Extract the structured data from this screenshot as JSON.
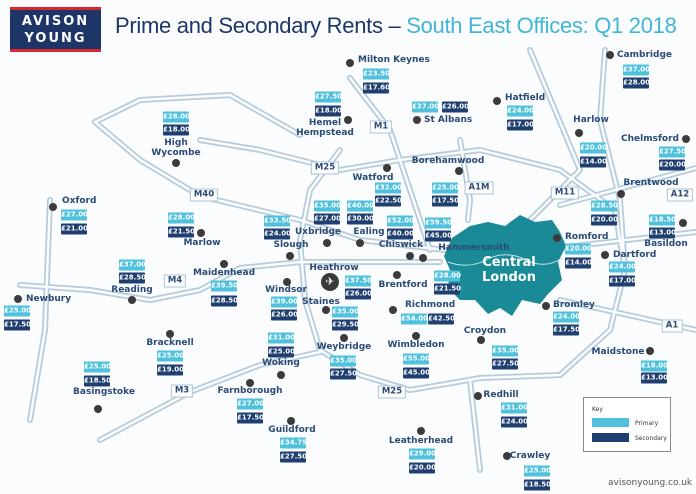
{
  "logo": {
    "line1": "AVISON",
    "line2": "YOUNG"
  },
  "title": {
    "main": "Prime and Secondary Rents – ",
    "highlight": "South East Offices: Q1 2018"
  },
  "central_london": "Central\nLondon",
  "roads": [
    "M1",
    "M25",
    "M40",
    "A1M",
    "M11",
    "A12",
    "M4",
    "M3",
    "M25",
    "A1"
  ],
  "locations": [
    {
      "name": "Milton Keynes",
      "primary": "£23.50",
      "secondary": "£17.60"
    },
    {
      "name": "Hemel\nHempstead",
      "primary": "£27.50",
      "secondary": "£18.00"
    },
    {
      "name": "High\nWycombe",
      "primary": "£28.00",
      "secondary": "£18.00"
    },
    {
      "name": "St Albans",
      "primary": "£37.00",
      "secondary": "£26.00"
    },
    {
      "name": "Hatfield",
      "primary": "£24.00",
      "secondary": "£17.00"
    },
    {
      "name": "Cambridge",
      "primary": "£37.00",
      "secondary": "£28.00"
    },
    {
      "name": "Harlow",
      "primary": "£20.00",
      "secondary": "£14.00"
    },
    {
      "name": "Chelmsford",
      "primary": "£27.50",
      "secondary": "£20.00"
    },
    {
      "name": "Borehamwood",
      "primary": "£25.00",
      "secondary": "£17.50"
    },
    {
      "name": "Watford",
      "primary": "£32.00",
      "secondary": "£22.50"
    },
    {
      "name": "Brentwood",
      "primary": "£28.50",
      "secondary": "£20.00"
    },
    {
      "name": "Basildon",
      "primary": "£18.50",
      "secondary": "£13.00"
    },
    {
      "name": "Uxbridge",
      "primary": "£35.00",
      "secondary": "£27.00"
    },
    {
      "name": "Ealing",
      "primary": "£40.00",
      "secondary": "£30.00"
    },
    {
      "name": "Chiswick",
      "primary": "£52.00",
      "secondary": "£40.00"
    },
    {
      "name": "Hammersmith",
      "primary": "£59.50",
      "secondary": "£45.00"
    },
    {
      "name": "Slough",
      "primary": "£33.50",
      "secondary": "£24.00"
    },
    {
      "name": "Oxford",
      "primary": "£27.00",
      "secondary": "£21.00"
    },
    {
      "name": "Marlow",
      "primary": "£28.00",
      "secondary": "£21.50"
    },
    {
      "name": "Romford",
      "primary": "£20.00",
      "secondary": "£14.00"
    },
    {
      "name": "Dartford",
      "primary": "£24.00",
      "secondary": "£17.00"
    },
    {
      "name": "Heathrow",
      "primary": "£37.50",
      "secondary": "£26.00"
    },
    {
      "name": "Brentford",
      "primary": "£28.00",
      "secondary": "£21.50"
    },
    {
      "name": "Richmond",
      "primary": "£54.00",
      "secondary": "£42.50"
    },
    {
      "name": "Reading",
      "primary": "£37.00",
      "secondary": "£28.50"
    },
    {
      "name": "Maidenhead",
      "primary": "£39.50",
      "secondary": "£28.50"
    },
    {
      "name": "Newbury",
      "primary": "£25.00",
      "secondary": "£17.50"
    },
    {
      "name": "Windsor",
      "primary": "£39.00",
      "secondary": "£26.00"
    },
    {
      "name": "Staines",
      "primary": "£35.00",
      "secondary": "£29.50"
    },
    {
      "name": "Bromley",
      "primary": "£24.00",
      "secondary": "£17.50"
    },
    {
      "name": "Croydon",
      "primary": "£35.00",
      "secondary": "£27.50"
    },
    {
      "name": "Wimbledon",
      "primary": "£55.00",
      "secondary": "£45.00"
    },
    {
      "name": "Weybridge",
      "primary": "£35.00",
      "secondary": "£27.50"
    },
    {
      "name": "Woking",
      "primary": "£31.00",
      "secondary": "£25.00"
    },
    {
      "name": "Bracknell",
      "primary": "£25.00",
      "secondary": "£19.00"
    },
    {
      "name": "Basingstoke",
      "primary": "£25.00",
      "secondary": "£18.50"
    },
    {
      "name": "Maidstone",
      "primary": "£18.00",
      "secondary": "£13.00"
    },
    {
      "name": "Farnborough",
      "primary": "£27.00",
      "secondary": "£17.50"
    },
    {
      "name": "Redhill",
      "primary": "£31.00",
      "secondary": "£24.00"
    },
    {
      "name": "Guildford",
      "primary": "£34.75",
      "secondary": "£27.50"
    },
    {
      "name": "Leatherhead",
      "primary": "£29.00",
      "secondary": "£20.00"
    },
    {
      "name": "Crawley",
      "primary": "£25.00",
      "secondary": "£18.50"
    }
  ],
  "key": {
    "title": "Key",
    "primary": "Primary",
    "secondary": "Secondary"
  },
  "colors": {
    "primary": "#4fc1dc",
    "secondary": "#1f3f70",
    "central_london": "#1b8a97",
    "brand": "#1d3567"
  },
  "footer": "avisonyoung.co.uk"
}
